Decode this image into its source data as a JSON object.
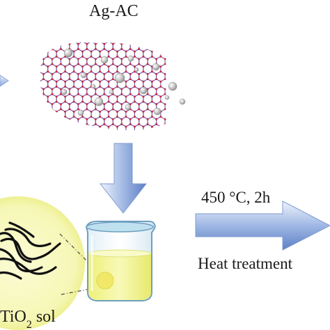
{
  "labels": {
    "material": "Ag-AC",
    "temperature_time": "450 °C, 2h",
    "process": "Heat treatment",
    "sol_prefix": "TiO",
    "sol_subscript": "2",
    "sol_suffix": " sol"
  },
  "colors": {
    "arrow": "#6f8fd0",
    "arrow_light": "#dbe5f5",
    "lattice_bond": "#7a5aa7",
    "lattice_atom": "#c12e45",
    "silver_particle": "#b9b9b9",
    "sol": "#f4f68a",
    "sol_glow": "#f7f8bf",
    "beaker": "#6d9fc0",
    "guide_line": "#444444"
  },
  "icons": [
    "activated-carbon-lattice",
    "silver-nanoparticles",
    "down-arrow",
    "right-arrow",
    "beaker",
    "magnified-sol-view"
  ]
}
